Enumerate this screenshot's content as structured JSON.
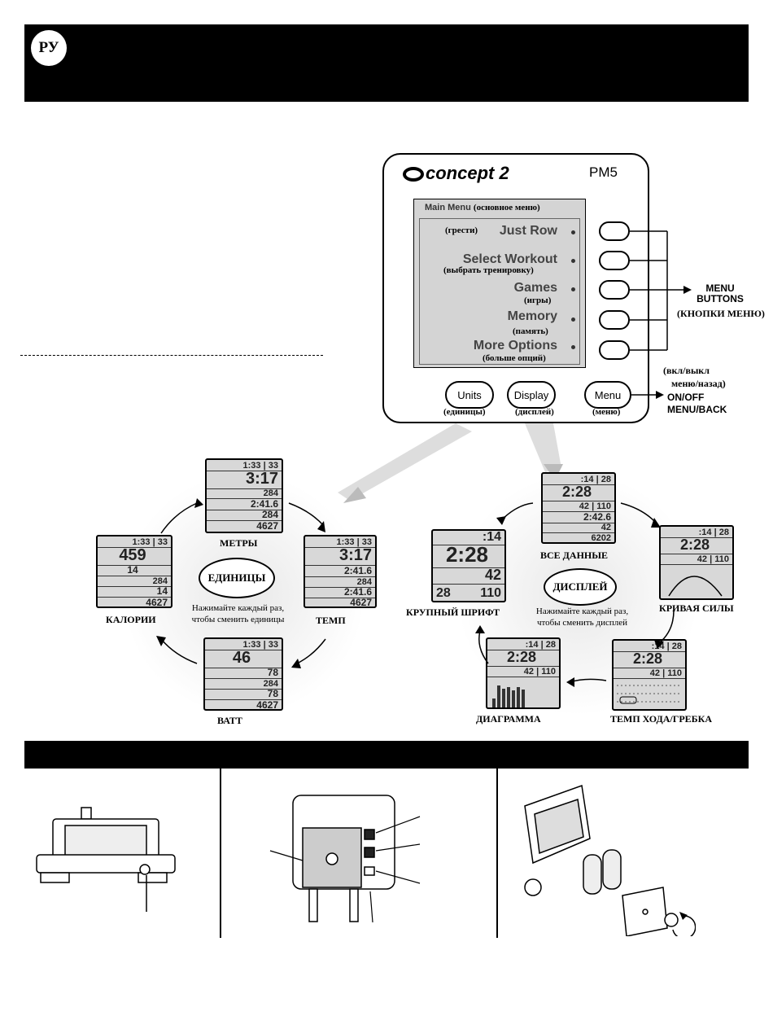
{
  "header": {
    "lang_badge": "РУ"
  },
  "monitor": {
    "brand": "concept 2",
    "model": "PM5",
    "screen_title": "Main Menu",
    "screen_title_ru": "(основное меню)",
    "menu_items": [
      {
        "label": "Just Row",
        "ru": "(грести)"
      },
      {
        "label": "Select Workout",
        "ru": "(выбрать тренировку)"
      },
      {
        "label": "Games",
        "ru": "(игры)"
      },
      {
        "label": "Memory",
        "ru": "(память)"
      },
      {
        "label": "More Options",
        "ru": "(больше опций)"
      }
    ],
    "buttons": {
      "units": "Units",
      "display": "Display",
      "menu": "Menu"
    },
    "buttons_ru": {
      "units": "(единицы)",
      "display": "(дисплей)",
      "menu": "(меню)"
    },
    "menu_buttons_label": "MENU BUTTONS",
    "menu_buttons_ru": "(КНОПКИ МЕНЮ)",
    "onoff_ru_1": "(вкл/выкл",
    "onoff_ru_2": "меню/назад)",
    "onoff_label_1": "ON/OFF",
    "onoff_label_2": "MENU/BACK"
  },
  "units_cycle": {
    "center": "ЕДИНИЦЫ",
    "note_1": "Нажимайте каждый раз,",
    "note_2": "чтобы сменить единицы",
    "screens": {
      "meters": {
        "caption": "МЕТРЫ",
        "top": "1:33",
        "top2": "33",
        "big": "3:17",
        "r3": "284",
        "r4": "2:41.6",
        "r5": "284",
        "r6": "4627"
      },
      "pace": {
        "caption": "ТЕМП",
        "top": "1:33",
        "top2": "33",
        "big": "3:17",
        "r3": "2:41.6",
        "r4": "284",
        "r5": "2:41.6",
        "r6": "4627"
      },
      "watts": {
        "caption": "ВАТТ",
        "top": "1:33",
        "top2": "33",
        "big": "46",
        "r3": "78",
        "r4": "284",
        "r5": "78",
        "r6": "4627"
      },
      "calories": {
        "caption": "КАЛОРИИ",
        "top": "1:33",
        "top2": "33",
        "big": "459",
        "r3": "14",
        "r4": "284",
        "r5": "14",
        "r6": "4627"
      }
    }
  },
  "display_cycle": {
    "center": "ДИСПЛЕЙ",
    "note_1": "Нажимайте каждый раз,",
    "note_2": "чтобы сменить дисплей",
    "screens": {
      "all_data": {
        "caption": "ВСЕ ДАННЫЕ",
        "top": ":14",
        "top2": "28",
        "big": "2:28",
        "r3": "42",
        "r3b": "110",
        "r4": "2:42.6",
        "r5": "42",
        "r6": "6202"
      },
      "force_curve": {
        "caption": "КРИВАЯ СИЛЫ",
        "top": ":14",
        "top2": "28",
        "big": "2:28",
        "r3": "42",
        "r3b": "110"
      },
      "stroke_pace": {
        "caption": "ТЕМП ХОДА/ГРЕБКА",
        "top": ":14",
        "top2": "28",
        "big": "2:28",
        "r3": "42",
        "r3b": "110"
      },
      "bar_chart": {
        "caption": "ДИАГРАММА",
        "top": ":14",
        "top2": "28",
        "big": "2:28",
        "r3": "42",
        "r3b": "110"
      },
      "large_font": {
        "caption": "КРУПНЫЙ ШРИФТ",
        "top": ":14",
        "big": "2:28",
        "r3": "42",
        "r4a": "28",
        "r4b": "110"
      }
    }
  }
}
